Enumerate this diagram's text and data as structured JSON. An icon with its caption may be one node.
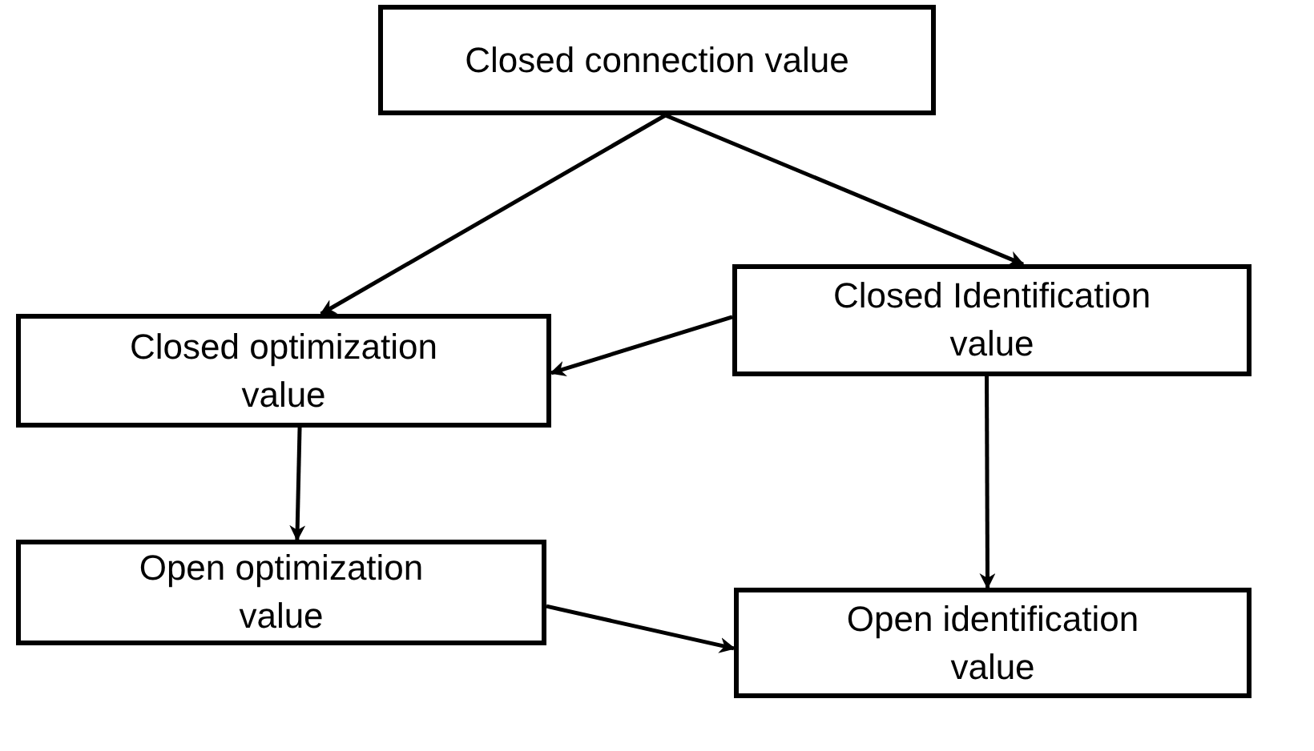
{
  "diagram": {
    "nodes": [
      {
        "text": [
          "Closed connection value"
        ]
      },
      {
        "text": [
          "Closed Identification value"
        ]
      },
      {
        "text": [
          "Closed optimization value"
        ]
      },
      {
        "text": [
          "Open optimization value"
        ]
      },
      {
        "text": [
          "Open identification value"
        ]
      }
    ],
    "edges": [
      {
        "from": 0,
        "to": 2,
        "arrow": "to"
      },
      {
        "from": 0,
        "to": 1,
        "arrow": "to"
      },
      {
        "from": 1,
        "to": 2,
        "arrow": "to"
      },
      {
        "from": 1,
        "to": 4,
        "arrow": "to"
      },
      {
        "from": 2,
        "to": 3,
        "arrow": "to"
      },
      {
        "from": 3,
        "to": 4,
        "arrow": "to"
      }
    ]
  }
}
